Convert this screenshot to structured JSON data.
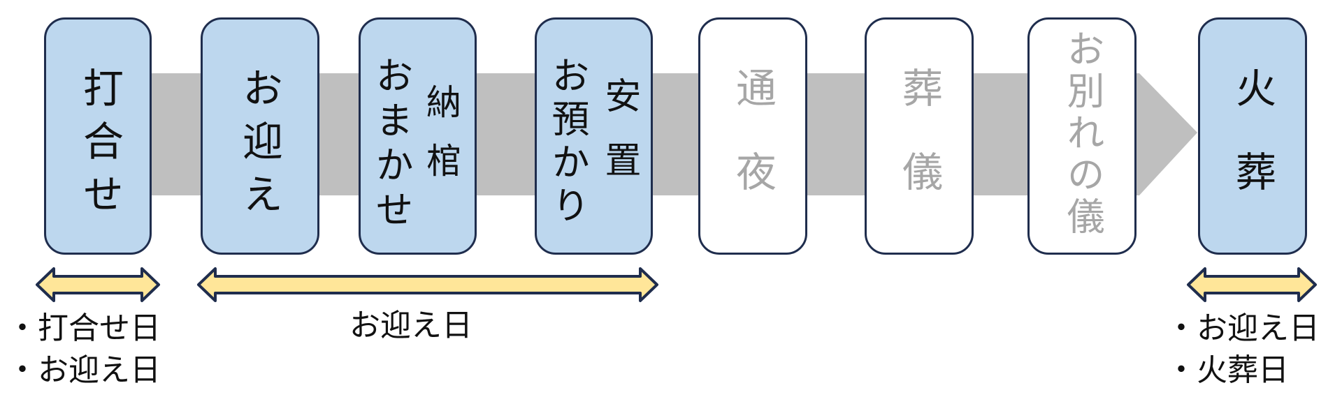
{
  "steps": [
    {
      "columns": [
        "打合せ"
      ],
      "state": "active"
    },
    {
      "columns": [
        "お迎え"
      ],
      "state": "active"
    },
    {
      "columns": [
        "納棺",
        "おまかせ"
      ],
      "state": "active"
    },
    {
      "columns": [
        "安置",
        "お預かり"
      ],
      "state": "active"
    },
    {
      "columns": [
        "通夜"
      ],
      "state": "inactive"
    },
    {
      "columns": [
        "葬儀"
      ],
      "state": "inactive"
    },
    {
      "columns": [
        "お別れの儀"
      ],
      "state": "inactive"
    },
    {
      "columns": [
        "火葬"
      ],
      "state": "active"
    }
  ],
  "ranges": {
    "range1": {
      "lines": [
        "・打合せ日",
        "・お迎え日"
      ]
    },
    "range2": {
      "lines": [
        "お迎え日"
      ]
    },
    "range3": {
      "lines": [
        "・お迎え日",
        "・火葬日"
      ]
    }
  },
  "colors": {
    "active_fill": "#bdd7ee",
    "inactive_fill": "#ffffff",
    "border": "#1f2d4d",
    "band": "#bfbfbf",
    "bracket_fill": "#ffe699",
    "inactive_text": "#a6a6a6"
  }
}
